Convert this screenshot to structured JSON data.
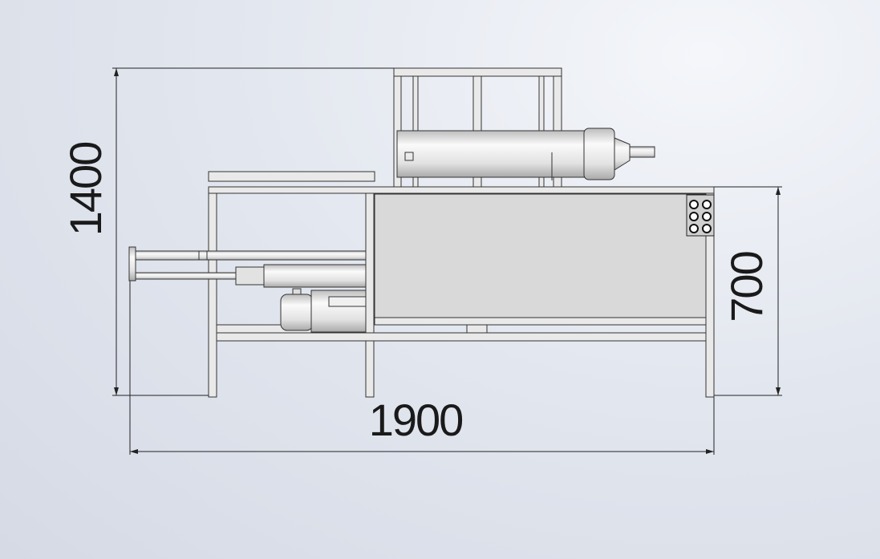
{
  "drawing": {
    "dimensions": {
      "height_total": "1400",
      "table_height": "700",
      "total_width": "1900"
    }
  },
  "colors": {
    "background": "#e3e7ef",
    "line": "#222222",
    "frame_fill": "#e9e9e9",
    "panel_fill": "#d9d9d9"
  }
}
